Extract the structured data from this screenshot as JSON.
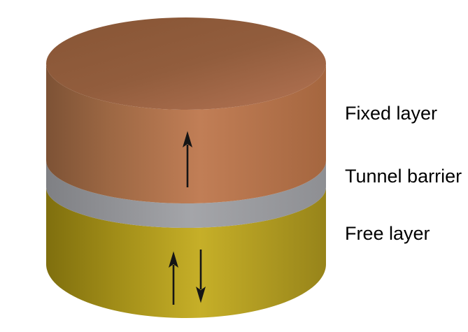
{
  "diagram": {
    "type": "layered-cylinder",
    "layers": [
      {
        "name": "Fixed layer",
        "arrows": [
          "up"
        ]
      },
      {
        "name": "Tunnel barrier",
        "arrows": []
      },
      {
        "name": "Free layer",
        "arrows": [
          "up",
          "down"
        ]
      }
    ]
  },
  "colors": {
    "background": "#ffffff",
    "label_text": "#000000",
    "arrow": "#151515",
    "fixed_layer_top_dark": "#875535",
    "fixed_layer_top": "#925d3d",
    "fixed_layer_top_light": "#af7050",
    "fixed_layer_side_shadow": "#7d5235",
    "fixed_layer_side_mid": "#9c6743",
    "fixed_layer_side": "#c17e56",
    "fixed_layer_side_right": "#a5663f",
    "tunnel_barrier_shadow": "#7f8084",
    "tunnel_barrier": "#a4a5a9",
    "tunnel_barrier_right": "#8e8f93",
    "free_layer_shadow": "#7f6f0e",
    "free_layer_mid": "#a18d18",
    "free_layer": "#c6af28",
    "free_layer_right": "#97841a"
  }
}
